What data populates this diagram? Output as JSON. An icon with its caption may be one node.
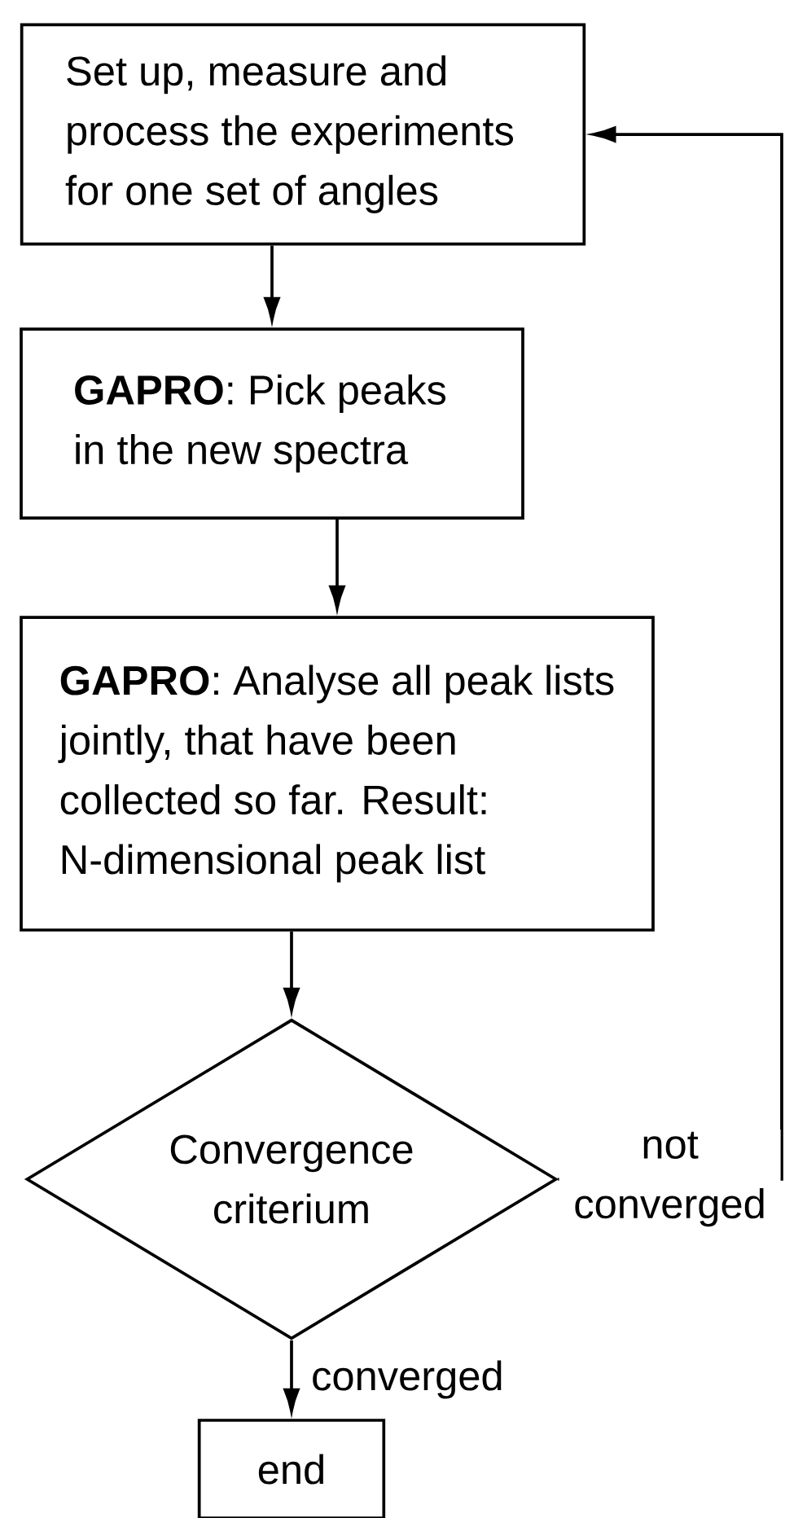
{
  "diagram": {
    "nodes": [
      {
        "text": [
          "Set up, measure and process the experiments for one set of angles"
        ]
      },
      {
        "text": [
          "**GAPRO**: Pick peaks in the new spectra"
        ]
      },
      {
        "text": [
          "**GAPRO**: Analyse all peak lists jointly, that have been collected so far. Result: N-dimensional peak list"
        ]
      },
      {
        "text": [
          "Convergence criterium"
        ]
      },
      {
        "text": [
          "end"
        ]
      }
    ],
    "edges": [
      {
        "from": 0,
        "to": 1,
        "arrow": "to"
      },
      {
        "from": 1,
        "to": 2,
        "arrow": "to"
      },
      {
        "from": 2,
        "to": 3,
        "arrow": "to"
      },
      {
        "from": 3,
        "to": 4,
        "arrow": "to",
        "label": "converged"
      },
      {
        "from": 3,
        "to": 0,
        "arrow": "to",
        "label": "not converged"
      }
    ]
  }
}
